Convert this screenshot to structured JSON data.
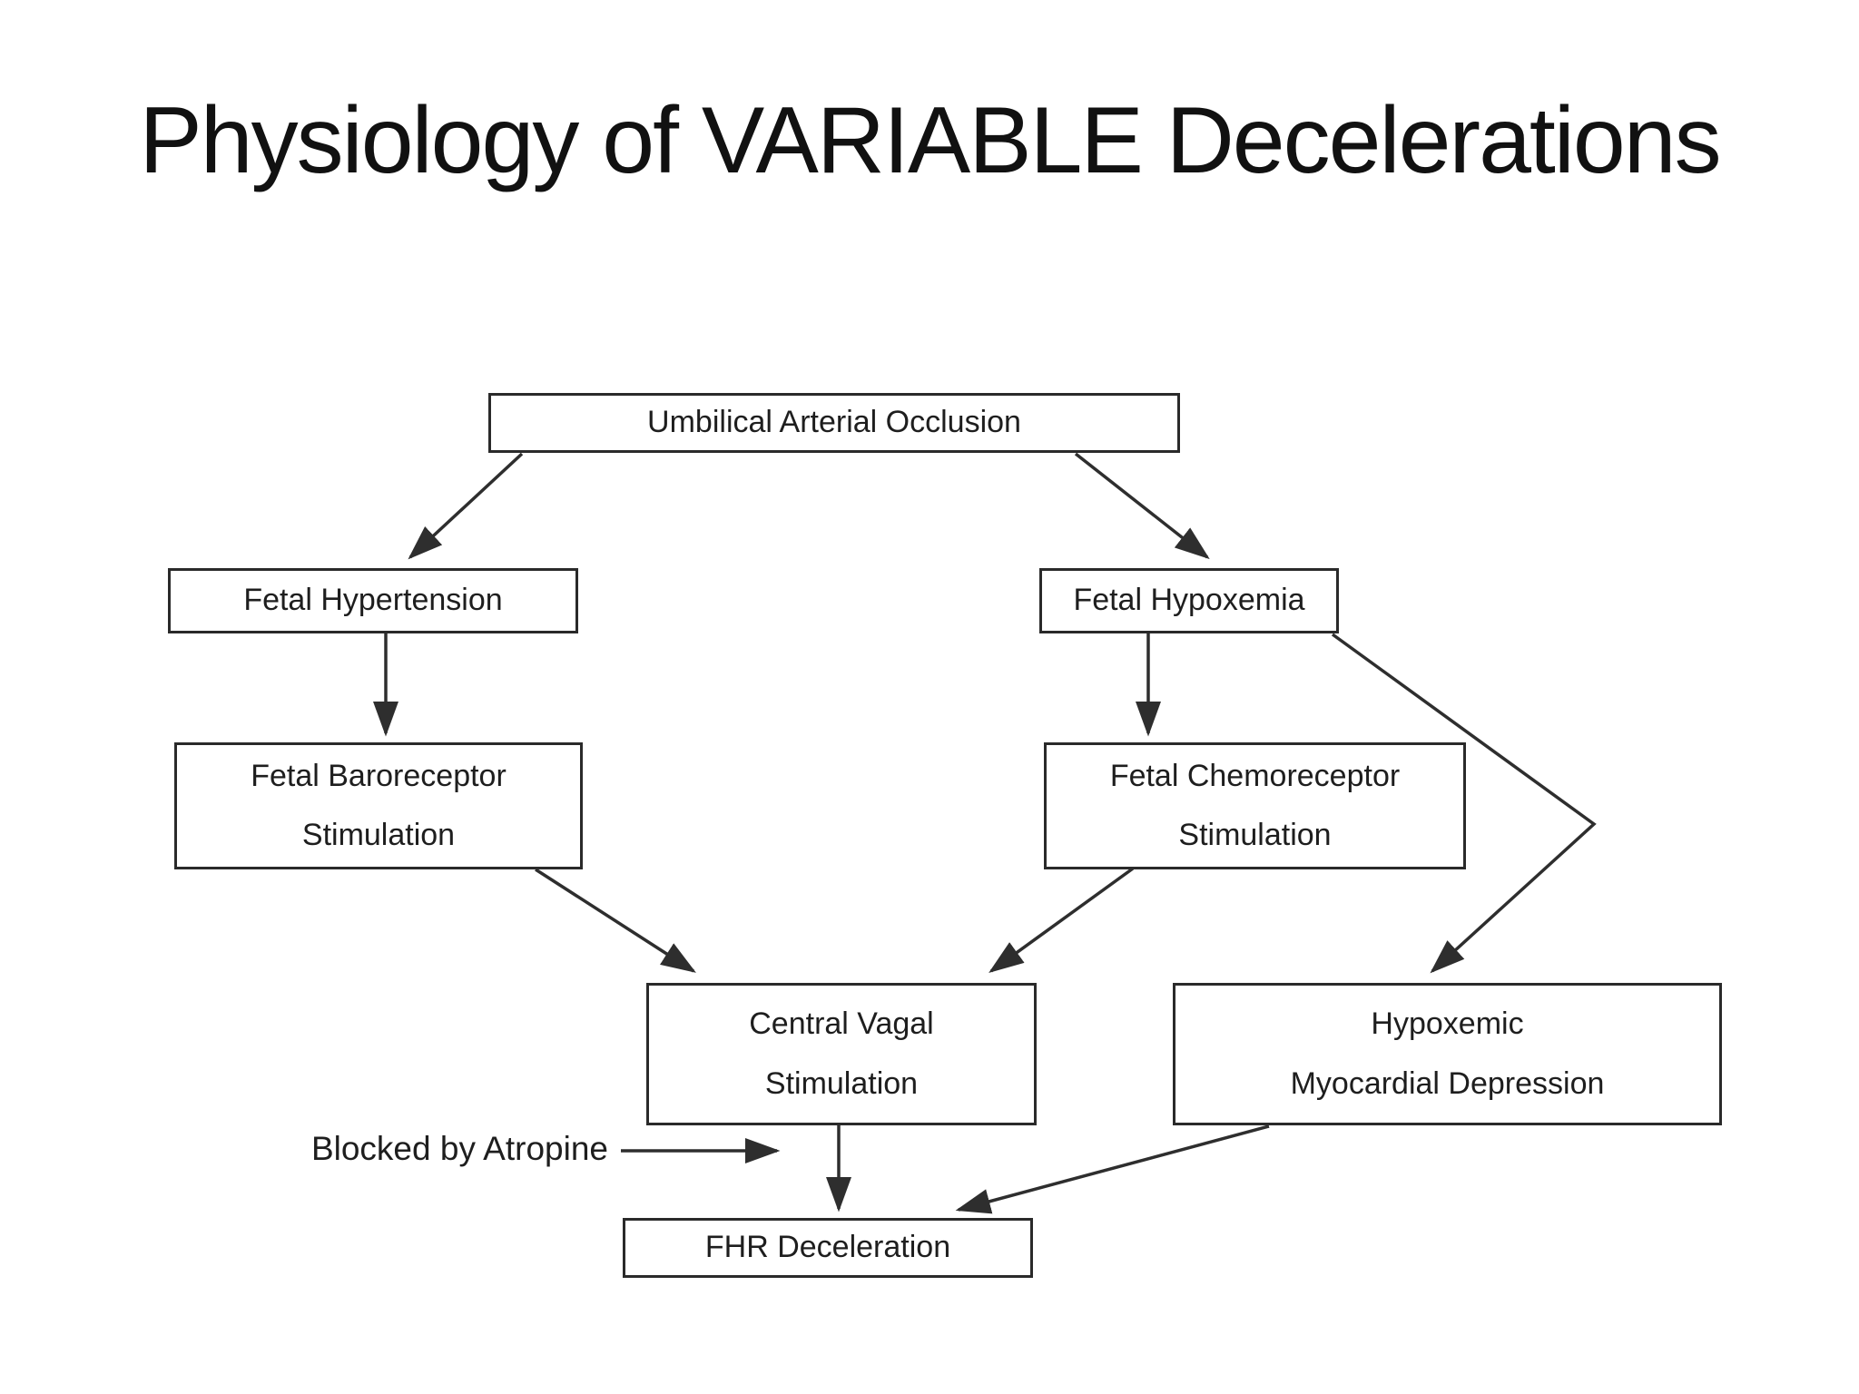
{
  "slide": {
    "title": "Physiology of VARIABLE Decelerations"
  },
  "diagram": {
    "nodes": {
      "umbilical": {
        "label": "Umbilical Arterial Occlusion"
      },
      "hypertension": {
        "label": "Fetal Hypertension"
      },
      "hypoxemia": {
        "label": "Fetal Hypoxemia"
      },
      "baroreceptor": {
        "lines": [
          "Fetal Baroreceptor",
          "Stimulation"
        ]
      },
      "chemoreceptor": {
        "lines": [
          "Fetal Chemoreceptor",
          "Stimulation"
        ]
      },
      "central_vagal": {
        "lines": [
          "Central Vagal",
          "Stimulation"
        ]
      },
      "myocardial": {
        "lines": [
          "Hypoxemic",
          "Myocardial Depression"
        ]
      },
      "fhr": {
        "label": "FHR Deceleration"
      }
    },
    "annotation": {
      "label": "Blocked by Atropine"
    },
    "edges": [
      {
        "from": "Umbilical Arterial Occlusion",
        "to": "Fetal Hypertension"
      },
      {
        "from": "Umbilical Arterial Occlusion",
        "to": "Fetal Hypoxemia"
      },
      {
        "from": "Fetal Hypertension",
        "to": "Fetal Baroreceptor Stimulation"
      },
      {
        "from": "Fetal Hypoxemia",
        "to": "Fetal Chemoreceptor Stimulation"
      },
      {
        "from": "Fetal Hypoxemia",
        "to": "Hypoxemic Myocardial Depression"
      },
      {
        "from": "Fetal Baroreceptor Stimulation",
        "to": "Central Vagal Stimulation"
      },
      {
        "from": "Fetal Chemoreceptor Stimulation",
        "to": "Central Vagal Stimulation"
      },
      {
        "from": "Central Vagal Stimulation",
        "to": "FHR Deceleration"
      },
      {
        "from": "Hypoxemic Myocardial Depression",
        "to": "FHR Deceleration"
      },
      {
        "from": "Blocked by Atropine",
        "to": "Central Vagal Stimulation arrow"
      }
    ],
    "colors": {
      "line": "#2e2e2e",
      "border": "#2a2a2a",
      "text": "#1e1e1e",
      "title": "#111111",
      "background": "#ffffff"
    }
  }
}
